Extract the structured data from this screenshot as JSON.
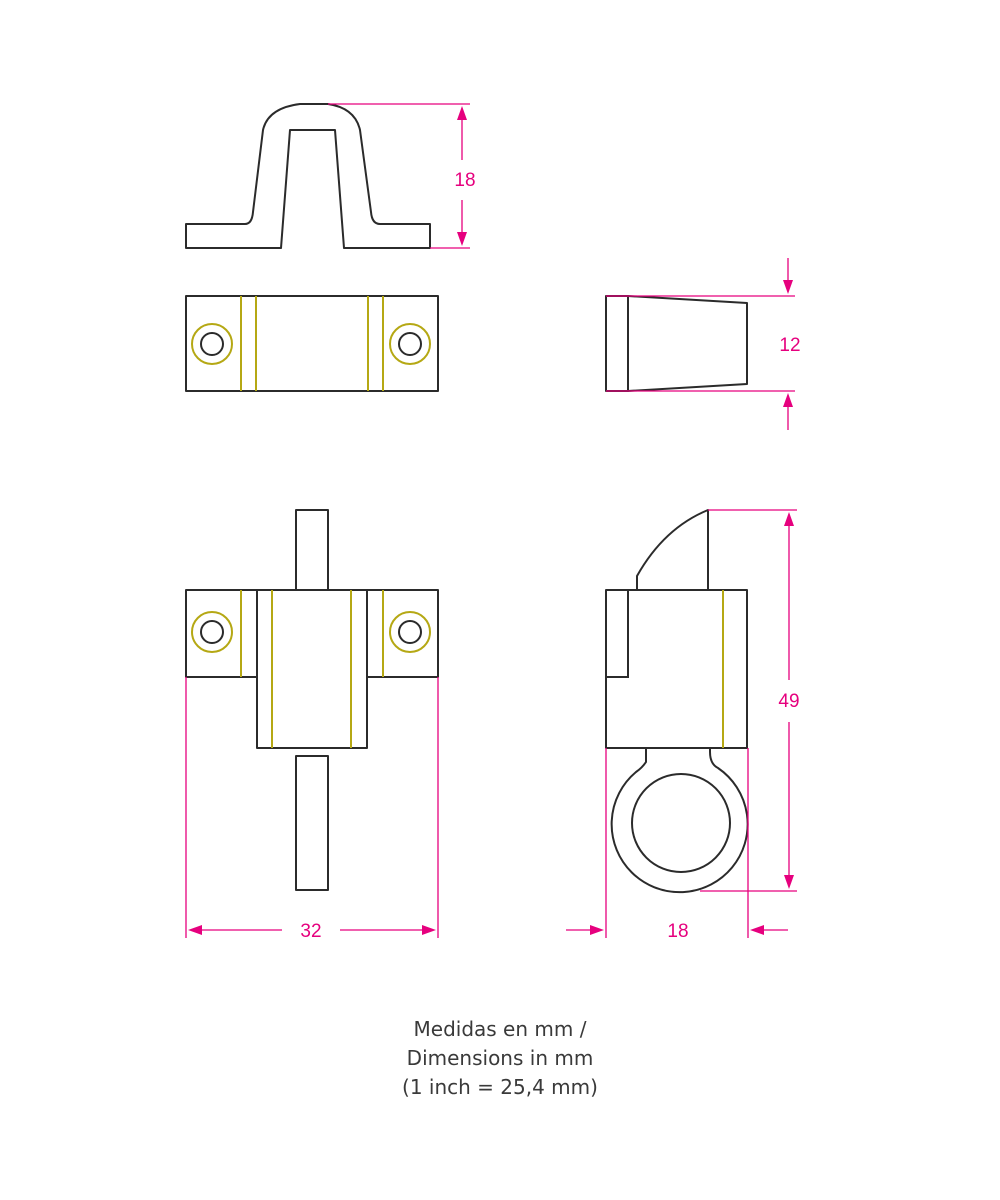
{
  "dimensions": {
    "top_height": "18",
    "side_height": "12",
    "total_height": "49",
    "width": "32",
    "depth": "18"
  },
  "caption": {
    "line1": "Medidas en mm /",
    "line2": "Dimensions in mm",
    "line3": "(1 inch = 25,4 mm)"
  },
  "colors": {
    "outline": "#2b2b2b",
    "brass_accent": "#b5a814",
    "dimension": "#e6007e"
  }
}
